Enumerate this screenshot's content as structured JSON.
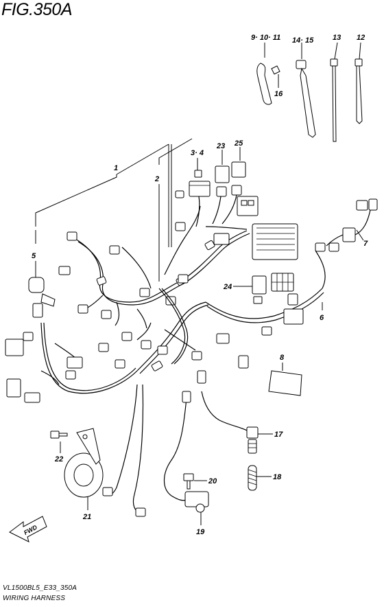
{
  "figure": {
    "title": "FIG.350A",
    "model_code": "VL1500BL5_E33_350A",
    "section_name": "WIRING HARNESS"
  },
  "direction_label": "FWD",
  "callouts": {
    "p1": "1",
    "p2": "2",
    "p3_4": "3· 4",
    "p5": "5",
    "p6": "6",
    "p7": "7",
    "p8": "8",
    "p9_10_11": "9· 10· 11",
    "p12": "12",
    "p13": "13",
    "p14_15": "14· 15",
    "p16": "16",
    "p17": "17",
    "p18": "18",
    "p19": "19",
    "p20": "20",
    "p21": "21",
    "p22": "22",
    "p23": "23",
    "p24": "24",
    "p25": "25"
  }
}
